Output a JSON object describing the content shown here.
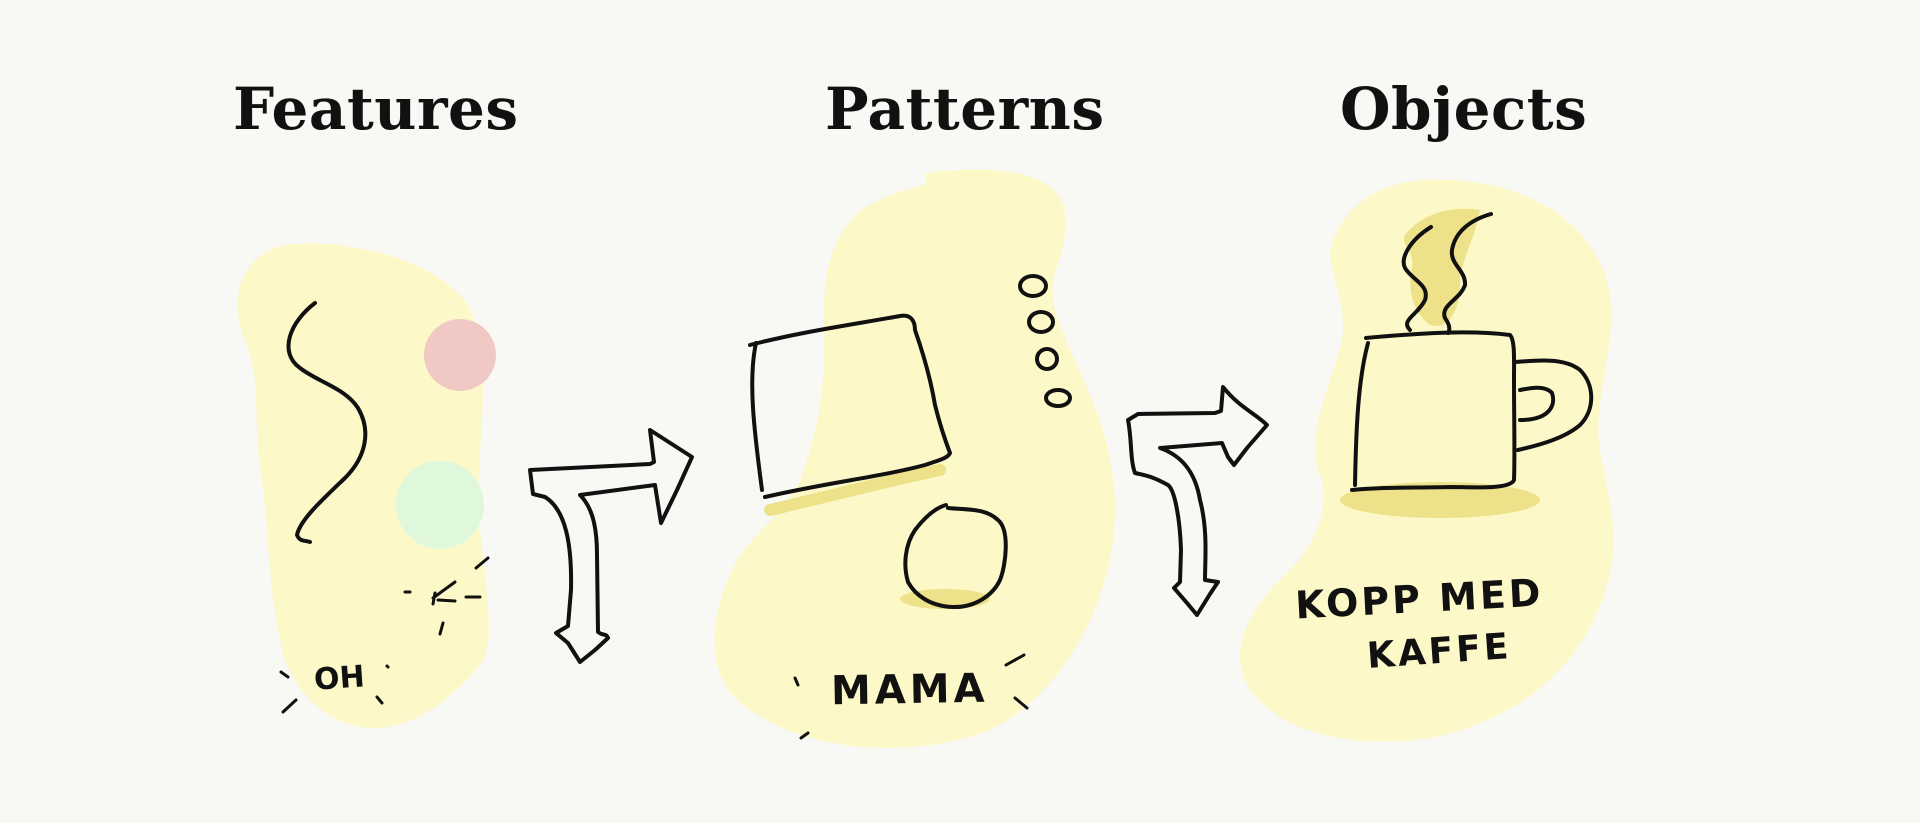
{
  "columns": [
    {
      "title": "Features",
      "caption": "OH"
    },
    {
      "title": "Patterns",
      "caption": "MAMA"
    },
    {
      "title": "Objects",
      "caption_lines": [
        "KOPP MED",
        "KAFFE"
      ]
    }
  ],
  "colors": {
    "background": "#f8f8f4",
    "blob": "#fdf8c8",
    "highlight": "#ede18a",
    "red_dot": "#f0c9c4",
    "green_dot": "#dff8dc",
    "ink": "#111111"
  },
  "icons": [
    "wave-icon",
    "steam-icon",
    "mug-icon",
    "arrow-icon",
    "square-icon",
    "circle-icon",
    "bubbles-icon",
    "burst-icon"
  ]
}
